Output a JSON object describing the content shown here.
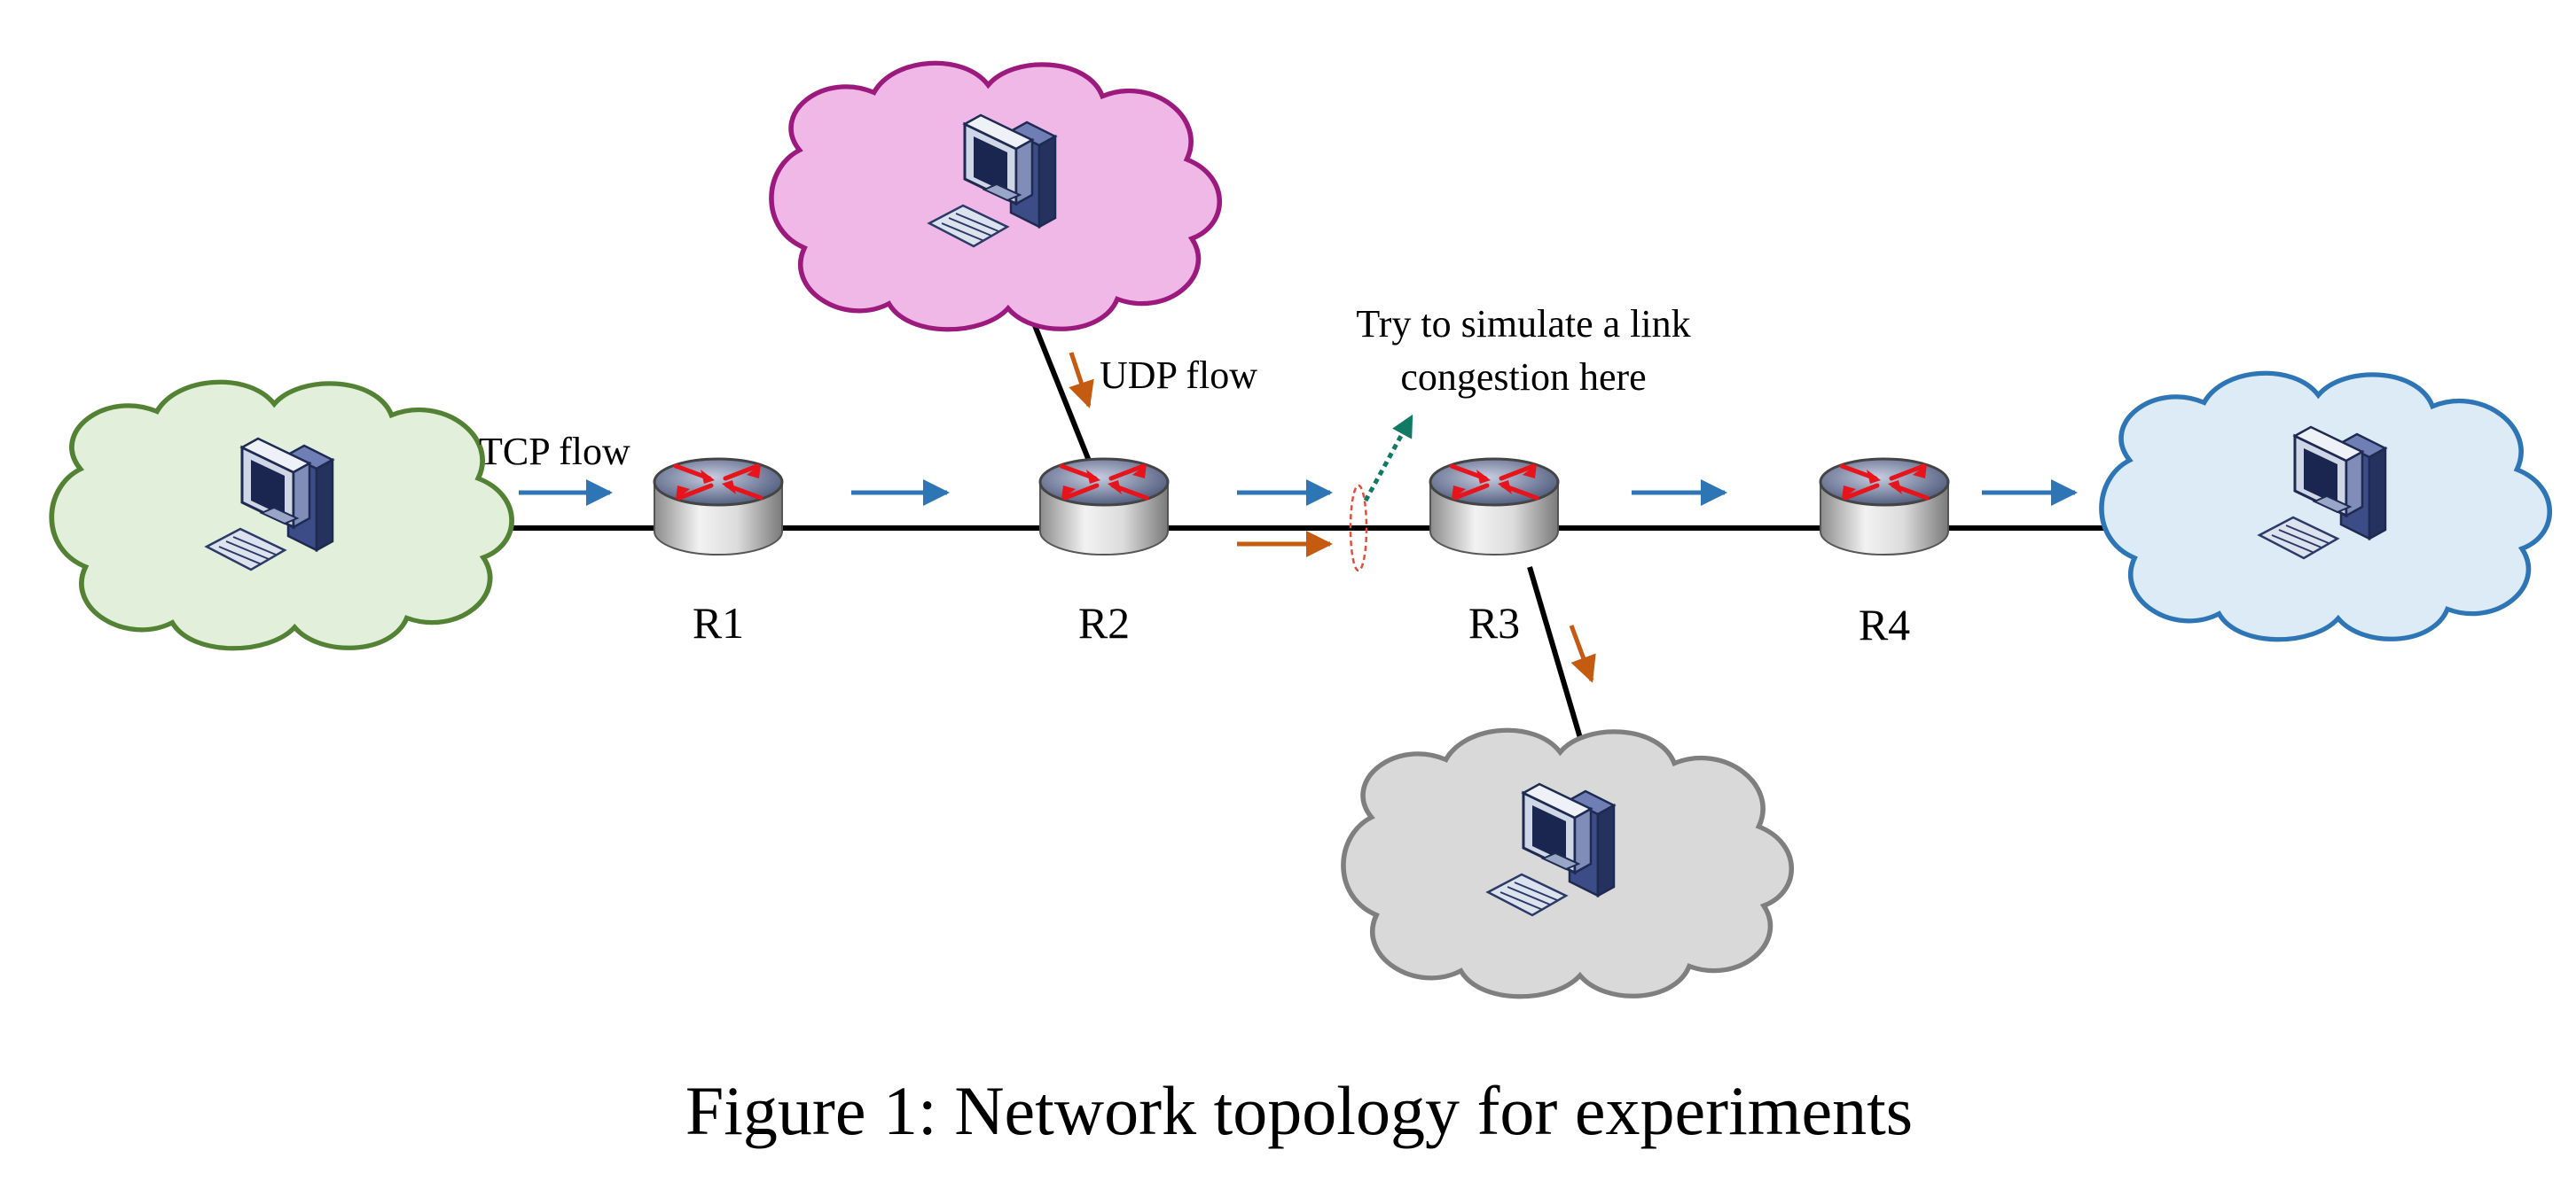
{
  "colors": {
    "tcp_arrow": "#2e75b6",
    "udp_arrow": "#c55a11",
    "note_arrow": "#117a65",
    "congestion_marker": "#e74c3c",
    "link": "#000000",
    "router_arrow": "#e8141b",
    "cloud_green_fill": "#e2efda",
    "cloud_green_stroke": "#548235",
    "cloud_pink_fill": "#f0b8e6",
    "cloud_pink_stroke": "#9c1a7d",
    "cloud_blue_fill": "#ddebf7",
    "cloud_blue_stroke": "#2e75b6",
    "cloud_gray_fill": "#d9d9d9",
    "cloud_gray_stroke": "#7f7f7f"
  },
  "icons": {
    "router": "router-icon",
    "computer": "computer-icon",
    "cloud": "cloud-icon"
  },
  "routers": {
    "r1": "R1",
    "r2": "R2",
    "r3": "R3",
    "r4": "R4"
  },
  "flows": {
    "tcp": "TCP flow",
    "udp": "UDP flow"
  },
  "annotation": {
    "line1": "Try to simulate a link",
    "line2": "congestion here"
  },
  "caption": "Figure 1: Network topology for experiments"
}
